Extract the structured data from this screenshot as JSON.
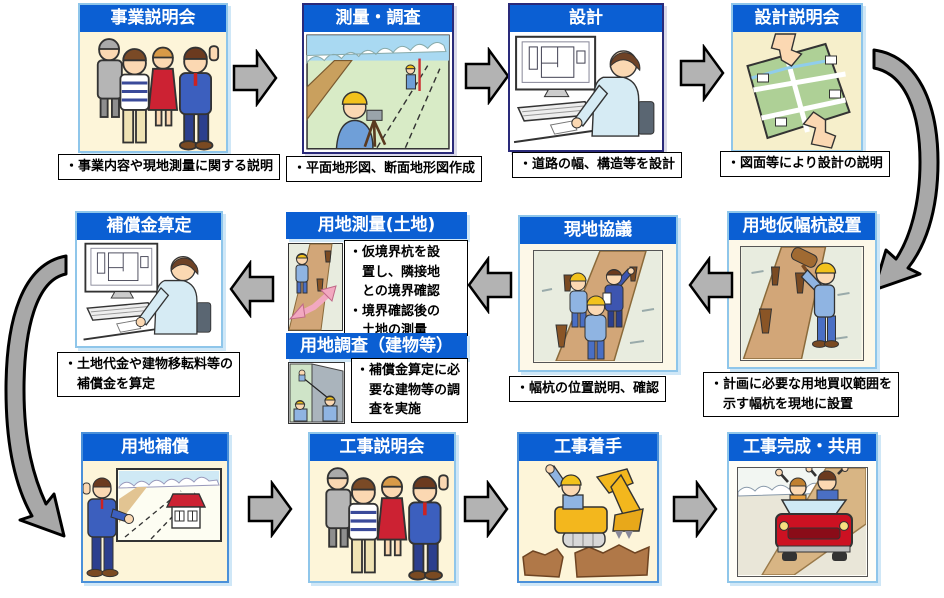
{
  "palette": {
    "header_blue": "#0b5fd3",
    "box_border_blue": "#8fc6ea",
    "box_border_navy": "#2a2a7a",
    "arrow_gray": "#b3b3b3",
    "arrow_outline": "#000000",
    "caption_bg": "#ffffff"
  },
  "stages": {
    "business_briefing": {
      "title": "事業説明会",
      "caption": "・事業内容や現地測量に関する説明"
    },
    "survey": {
      "title": "測量・調査",
      "caption": "・平面地形図、断面地形図作成"
    },
    "design": {
      "title": "設計",
      "caption": "・道路の幅、構造等を設計"
    },
    "design_briefing": {
      "title": "設計説明会",
      "caption": "・図面等により設計の説明"
    },
    "stake_setting": {
      "title": "用地仮幅杭設置",
      "caption": "・計画に必要な用地買収範囲を\n　示す幅杭を現地に設置"
    },
    "site_consultation": {
      "title": "現地協議",
      "caption": "・幅杭の位置説明、確認"
    },
    "land_survey": {
      "title": "用地測量(土地)",
      "notes": "・仮境界杭を設\n　置し、隣接地\n　との境界確認\n・境界確認後の\n　土地の測量"
    },
    "building_survey": {
      "title": "用地調査（建物等）",
      "notes": "・補償金算定に必\n　要な建物等の調\n　査を実施"
    },
    "compensation_calc": {
      "title": "補償金算定",
      "caption": "・土地代金や建物移転料等の\n　補償金を算定"
    },
    "land_compensation": {
      "title": "用地補償"
    },
    "construction_briefing": {
      "title": "工事説明会"
    },
    "construction_start": {
      "title": "工事着手"
    },
    "construction_completion": {
      "title": "工事完成・共用"
    }
  }
}
